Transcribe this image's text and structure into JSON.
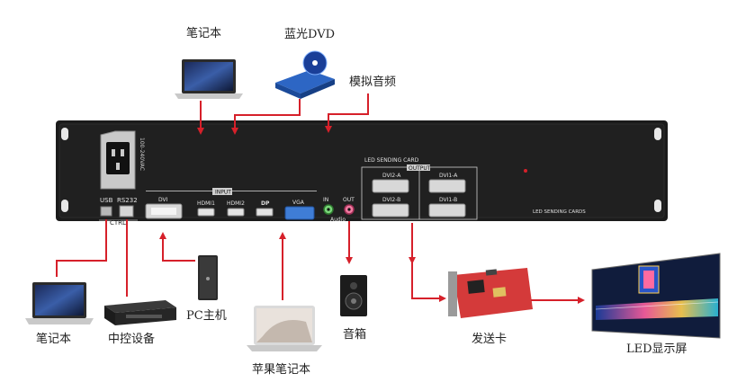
{
  "labels": {
    "laptop_top": "笔记本",
    "bluray_dvd": "蓝光DVD",
    "analog_audio": "模拟音频",
    "laptop_bottom": "笔记本",
    "central_control": "中控设备",
    "pc_host": "PC主机",
    "apple_laptop": "苹果笔记本",
    "speaker": "音箱",
    "sending_card": "发送卡",
    "led_screen": "LED显示屏"
  },
  "device": {
    "power_rating": "100-240VAC",
    "usb": "USB",
    "rs232": "RS232",
    "ctrl": "CTRL",
    "input_group": "INPUT",
    "dvi": "DVI",
    "hdmi1": "HDMI1",
    "hdmi2": "HDMI2",
    "dp": "DP",
    "vga": "VGA",
    "audio_in": "IN",
    "audio_out": "OUT",
    "audio": "Audio",
    "led_sending_card": "LED SENDING CARD",
    "output_group": "OUTPUT",
    "dvi2_a": "DVI2-A",
    "dvi1_a": "DVI1-A",
    "dvi2_b": "DVI2-B",
    "dvi1_b": "DVI1-B",
    "led_sending_cards": "LED SENDING CARDS"
  },
  "colors": {
    "arrow": "#d6202a",
    "chassis": "#1b1b1b"
  }
}
